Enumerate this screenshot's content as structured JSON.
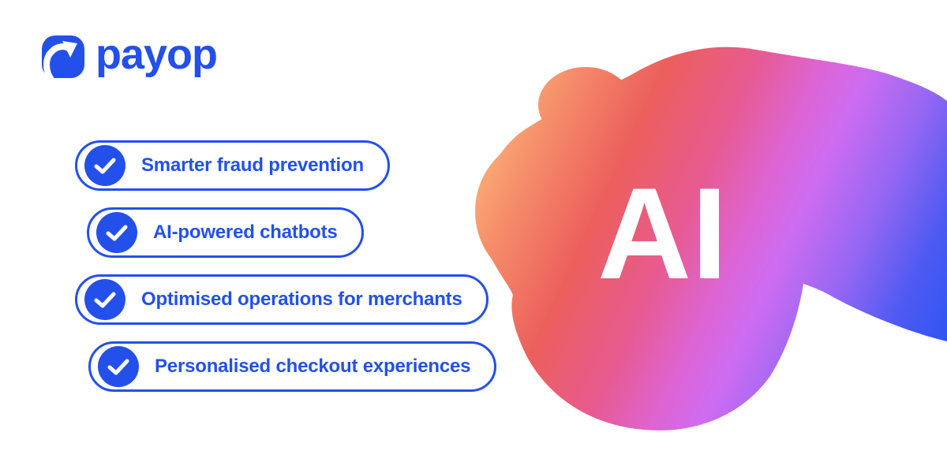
{
  "brand": {
    "name": "payop",
    "color": "#2350EB"
  },
  "features": [
    {
      "label": "Smarter fraud prevention"
    },
    {
      "label": "AI-powered chatbots"
    },
    {
      "label": "Optimised operations for merchants"
    },
    {
      "label": "Personalised checkout experiences"
    }
  ],
  "hero": {
    "label": "AI",
    "text_color": "#FFFFFF",
    "gradient": [
      "#FFC480",
      "#F6906B",
      "#EC5F5C",
      "#E75B93",
      "#DD64D4",
      "#CD6CF2",
      "#9667F3",
      "#4E5AF2",
      "#2B54F4"
    ]
  }
}
